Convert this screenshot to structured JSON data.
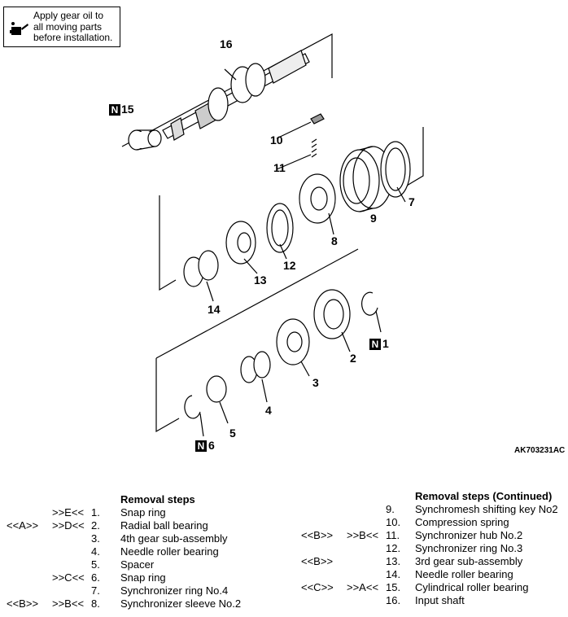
{
  "note": {
    "icon": "oil-can-icon",
    "text": "Apply gear oil to\nall moving parts\nbefore installation."
  },
  "figure_code": "AK703231AC",
  "callouts": [
    {
      "id": "c16",
      "num": "16",
      "n_box": false
    },
    {
      "id": "c15",
      "num": "15",
      "n_box": true
    },
    {
      "id": "c10",
      "num": "10",
      "n_box": false
    },
    {
      "id": "c11",
      "num": "11",
      "n_box": false
    },
    {
      "id": "c9",
      "num": "9",
      "n_box": false
    },
    {
      "id": "c7",
      "num": "7",
      "n_box": false
    },
    {
      "id": "c8",
      "num": "8",
      "n_box": false
    },
    {
      "id": "c12",
      "num": "12",
      "n_box": false
    },
    {
      "id": "c13",
      "num": "13",
      "n_box": false
    },
    {
      "id": "c14",
      "num": "14",
      "n_box": false
    },
    {
      "id": "c1",
      "num": "1",
      "n_box": true
    },
    {
      "id": "c2",
      "num": "2",
      "n_box": false
    },
    {
      "id": "c3",
      "num": "3",
      "n_box": false
    },
    {
      "id": "c4",
      "num": "4",
      "n_box": false
    },
    {
      "id": "c5",
      "num": "5",
      "n_box": false
    },
    {
      "id": "c6",
      "num": "6",
      "n_box": true
    }
  ],
  "n_label": "N",
  "removal_steps": {
    "title": "Removal steps",
    "items": [
      {
        "ref_a": "",
        "ref_b": ">>E<<",
        "num": "1.",
        "text": "Snap ring"
      },
      {
        "ref_a": "<<A>>",
        "ref_b": ">>D<<",
        "num": "2.",
        "text": "Radial ball bearing"
      },
      {
        "ref_a": "",
        "ref_b": "",
        "num": "3.",
        "text": "4th gear sub-assembly"
      },
      {
        "ref_a": "",
        "ref_b": "",
        "num": "4.",
        "text": "Needle roller bearing"
      },
      {
        "ref_a": "",
        "ref_b": "",
        "num": "5.",
        "text": "Spacer"
      },
      {
        "ref_a": "",
        "ref_b": ">>C<<",
        "num": "6.",
        "text": "Snap ring"
      },
      {
        "ref_a": "",
        "ref_b": "",
        "num": "7.",
        "text": "Synchronizer ring No.4"
      },
      {
        "ref_a": "<<B>>",
        "ref_b": ">>B<<",
        "num": "8.",
        "text": "Synchronizer sleeve No.2"
      }
    ]
  },
  "removal_steps_continued": {
    "title": "Removal steps (Continued)",
    "items": [
      {
        "ref_a": "",
        "ref_b": "",
        "num": "9.",
        "text": "Synchromesh shifting key No2"
      },
      {
        "ref_a": "",
        "ref_b": "",
        "num": "10.",
        "text": "Compression spring"
      },
      {
        "ref_a": "<<B>>",
        "ref_b": ">>B<<",
        "num": "11.",
        "text": "Synchronizer hub No.2"
      },
      {
        "ref_a": "",
        "ref_b": "",
        "num": "12.",
        "text": "Synchronizer ring No.3"
      },
      {
        "ref_a": "<<B>>",
        "ref_b": "",
        "num": "13.",
        "text": "3rd gear sub-assembly"
      },
      {
        "ref_a": "",
        "ref_b": "",
        "num": "14.",
        "text": "Needle roller bearing"
      },
      {
        "ref_a": "<<C>>",
        "ref_b": ">>A<<",
        "num": "15.",
        "text": "Cylindrical roller bearing"
      },
      {
        "ref_a": "",
        "ref_b": "",
        "num": "16.",
        "text": "Input shaft"
      }
    ]
  }
}
